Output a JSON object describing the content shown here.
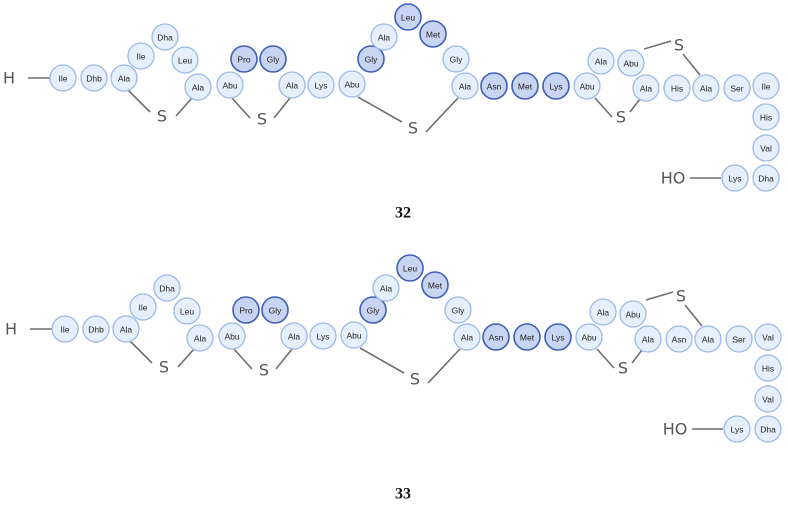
{
  "colors": {
    "light_fill": "#e6f0fd",
    "light_stroke": "#9ab9e6",
    "dark_fill": "#c7d4f2",
    "dark_stroke": "#3f5fb4",
    "bond": "#6e6e6e"
  },
  "compounds": [
    {
      "label": "32",
      "n_terminus": "H",
      "c_terminus": "HO",
      "bridge_atom": "S",
      "residues": [
        "Ile",
        "Dhb",
        "Ala",
        "Ile",
        "Dha",
        "Leu",
        "Ala",
        "Abu",
        "Pro",
        "Gly",
        "Ala",
        "Lys",
        "Abu",
        "Gly",
        "Ala",
        "Leu",
        "Met",
        "Gly",
        "Ala",
        "Asn",
        "Met",
        "Lys",
        "Abu",
        "Ala",
        "Abu",
        "Ala",
        "His",
        "Ala",
        "Ser",
        "Ile",
        "His",
        "Val",
        "Dha",
        "Lys"
      ],
      "highlighted": [
        "Pro",
        "Gly",
        "Gly",
        "Leu",
        "Met",
        "Asn",
        "Met",
        "Lys"
      ]
    },
    {
      "label": "33",
      "n_terminus": "H",
      "c_terminus": "HO",
      "bridge_atom": "S",
      "residues": [
        "Ile",
        "Dhb",
        "Ala",
        "Ile",
        "Dha",
        "Leu",
        "Ala",
        "Abu",
        "Pro",
        "Gly",
        "Ala",
        "Lys",
        "Abu",
        "Gly",
        "Ala",
        "Leu",
        "Met",
        "Gly",
        "Ala",
        "Asn",
        "Met",
        "Lys",
        "Abu",
        "Ala",
        "Abu",
        "Ala",
        "Asn",
        "Ala",
        "Ser",
        "Val",
        "His",
        "Val",
        "Dha",
        "Lys"
      ],
      "highlighted": [
        "Pro",
        "Gly",
        "Gly",
        "Leu",
        "Met",
        "Asn",
        "Met",
        "Lys"
      ]
    }
  ]
}
